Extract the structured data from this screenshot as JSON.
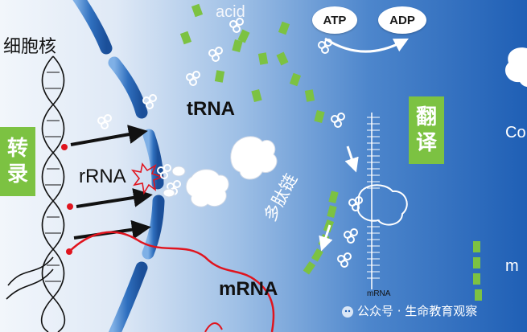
{
  "labels": {
    "nucleus": "细胞核",
    "transcription": [
      "转",
      "录"
    ],
    "rrna": "rRNA",
    "trna": "tRNA",
    "mrna": "mRNA",
    "amino_acid": "acid",
    "atp": "ATP",
    "adp": "ADP",
    "translation": [
      "翻",
      "译"
    ],
    "polypeptide": "多肽链",
    "mrna_small": "mRNA",
    "right_edge_co": "Co",
    "right_edge_m": "m"
  },
  "watermark": {
    "text": "公众号 · 生命教育观察"
  },
  "colors": {
    "background_left": "#eef3fa",
    "background_right": "#1f5fb5",
    "membrane": "#2f6fbe",
    "green": "#7cc242",
    "mrna_red": "#e0141e",
    "arrow_black": "#111111"
  }
}
